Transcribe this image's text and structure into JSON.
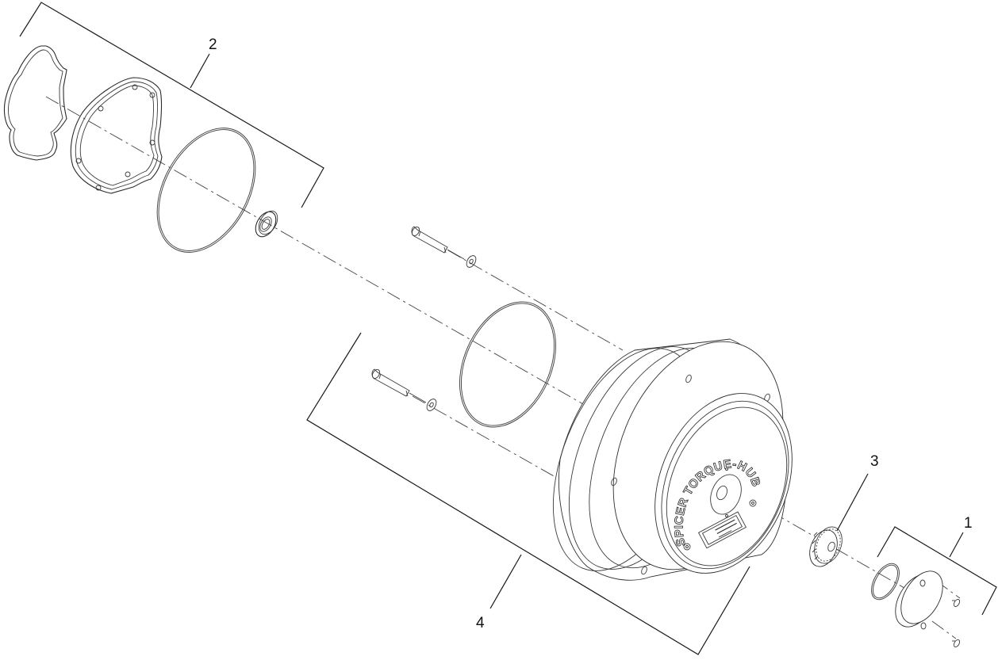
{
  "diagram": {
    "type": "exploded-parts-view",
    "product_marking": "SPICER TORQUE-HUB",
    "trademark_mark": "®",
    "callouts": [
      {
        "id": "1",
        "label": "1",
        "description": "Cover kit: O-ring, end cover, 2 screws"
      },
      {
        "id": "2",
        "label": "2",
        "description": "Seal kit: 2 gaskets, large O-ring, shaft seal"
      },
      {
        "id": "3",
        "label": "3",
        "description": "Input gear"
      },
      {
        "id": "4",
        "label": "4",
        "description": "Hub assembly: 2 bolts, 2 washers, O-ring, hub housing"
      }
    ],
    "parts": [
      {
        "name": "flat-gasket",
        "group": "2"
      },
      {
        "name": "cover-gasket",
        "group": "2"
      },
      {
        "name": "large-o-ring",
        "group": "2"
      },
      {
        "name": "shaft-seal",
        "group": "2"
      },
      {
        "name": "bolt-upper",
        "group": "4"
      },
      {
        "name": "washer-upper",
        "group": "4"
      },
      {
        "name": "bolt-lower",
        "group": "4"
      },
      {
        "name": "washer-lower",
        "group": "4"
      },
      {
        "name": "hub-o-ring",
        "group": "4"
      },
      {
        "name": "torque-hub-housing",
        "group": "4"
      },
      {
        "name": "input-gear",
        "group": "3"
      },
      {
        "name": "cover-o-ring",
        "group": "1"
      },
      {
        "name": "end-cover",
        "group": "1"
      },
      {
        "name": "cover-screw-upper",
        "group": "1"
      },
      {
        "name": "cover-screw-lower",
        "group": "1"
      }
    ]
  }
}
